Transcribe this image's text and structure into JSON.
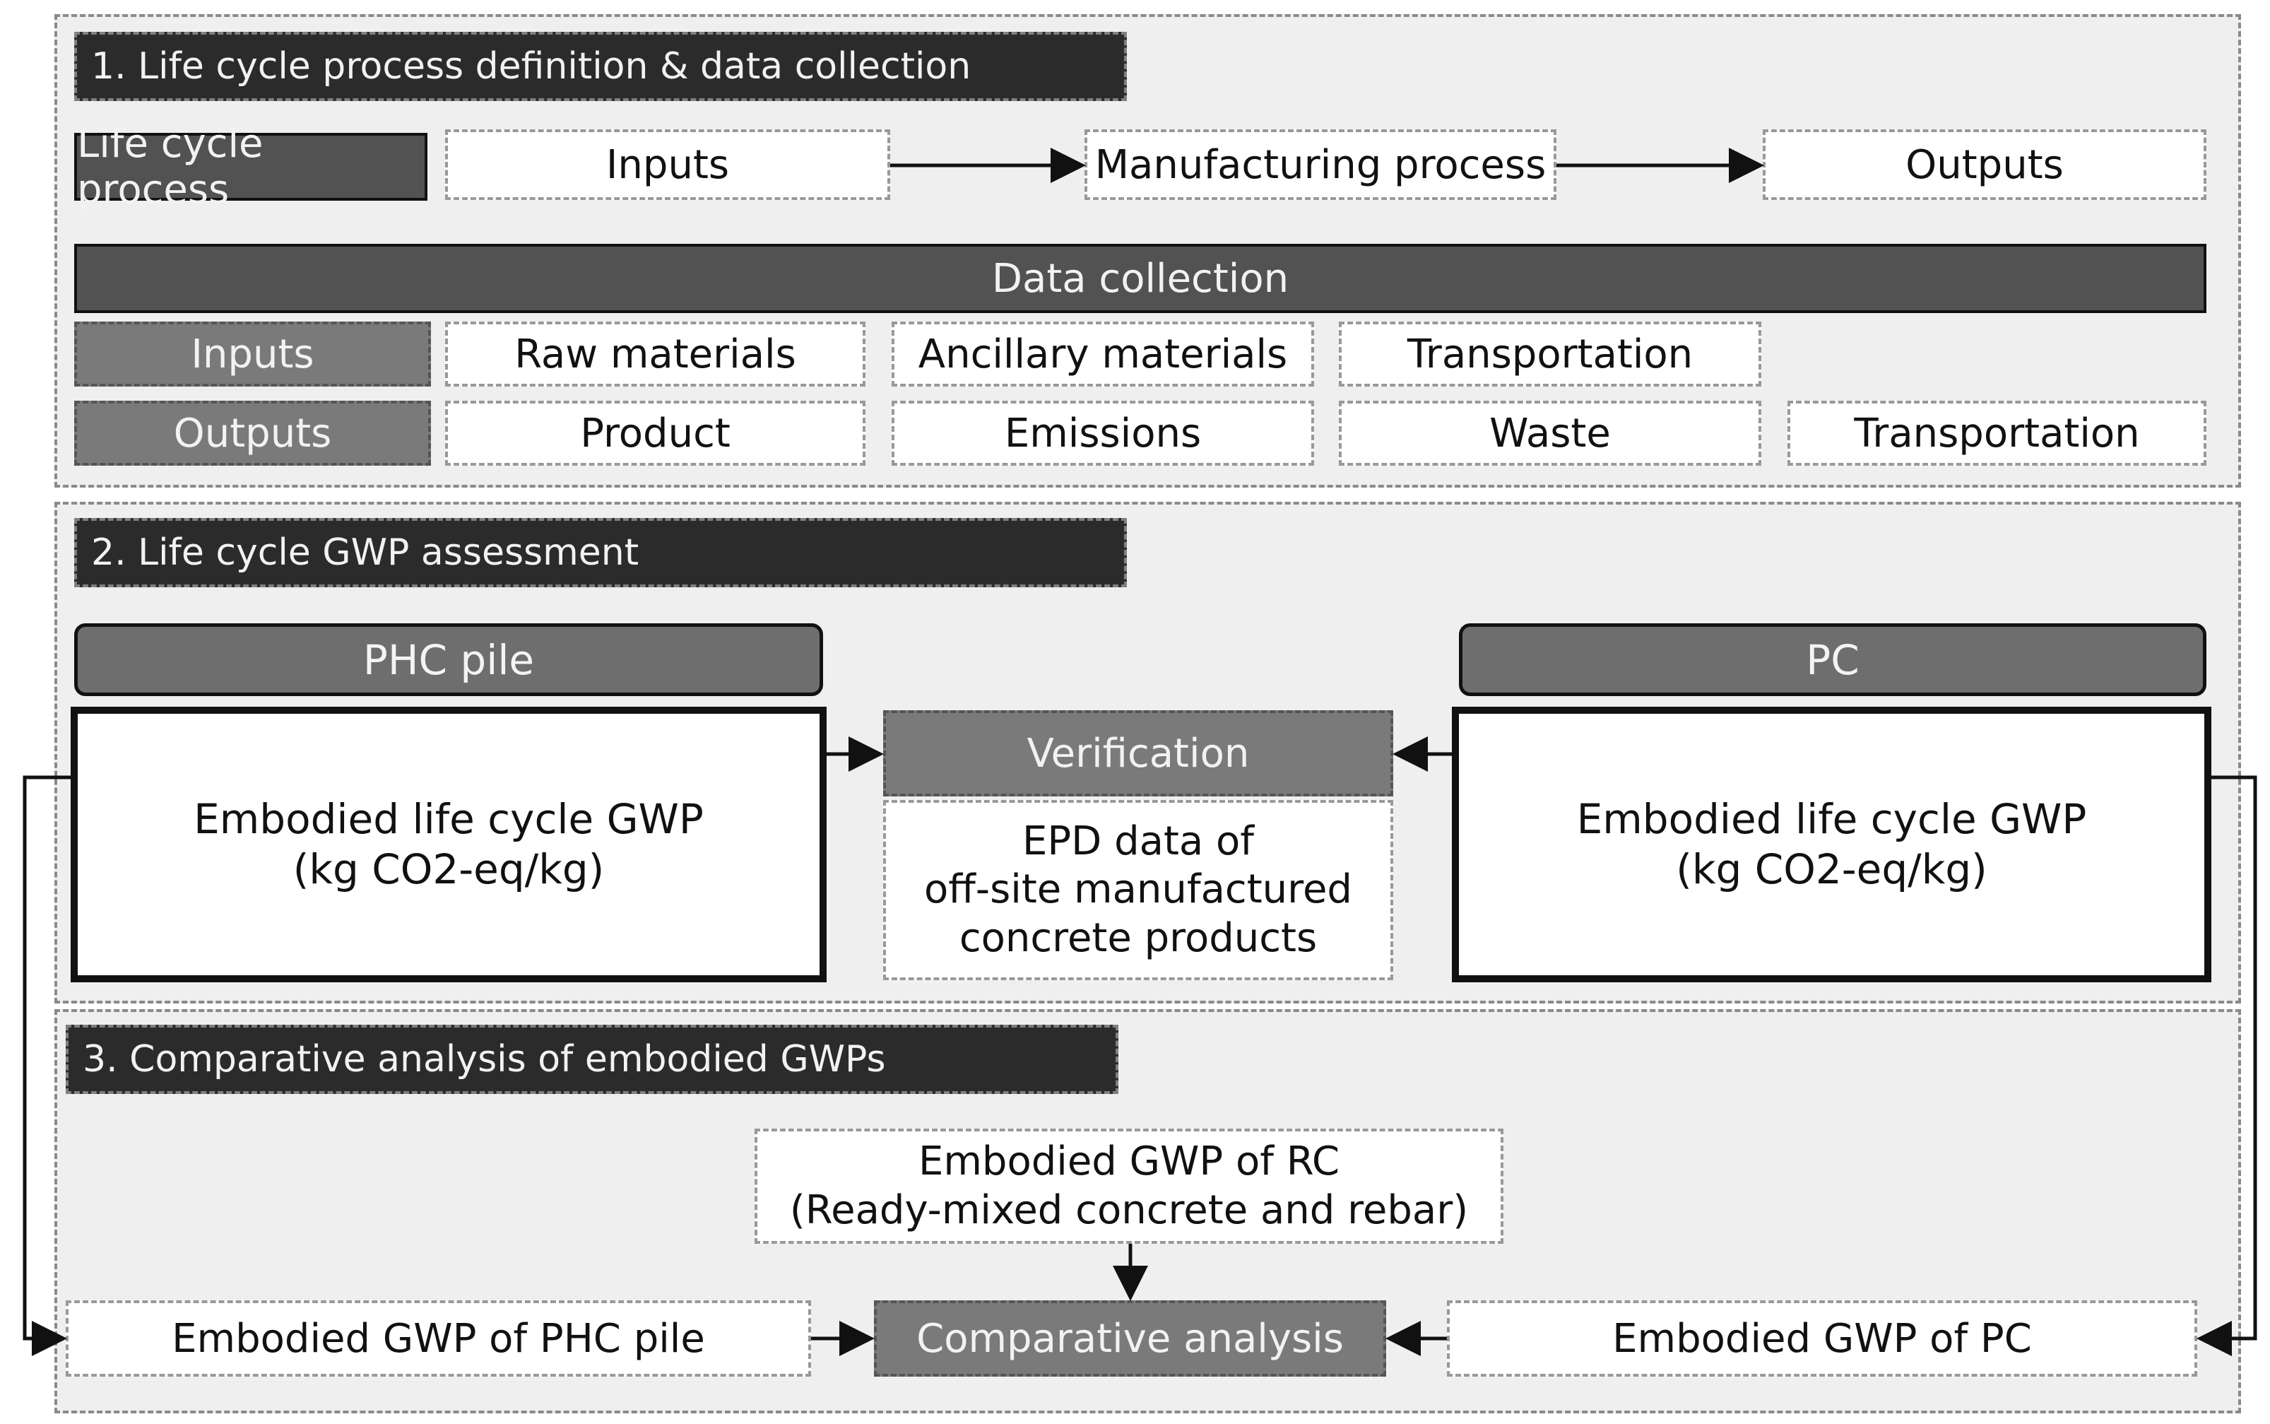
{
  "section1": {
    "title": "1. Life cycle process definition & data collection",
    "life_cycle_process_label": "Life cycle process",
    "flow": [
      "Inputs",
      "Manufacturing process",
      "Outputs"
    ],
    "data_collection_label": "Data collection",
    "inputs_label": "Inputs",
    "inputs_items": [
      "Raw materials",
      "Ancillary materials",
      "Transportation"
    ],
    "outputs_label": "Outputs",
    "outputs_items": [
      "Product",
      "Emissions",
      "Waste",
      "Transportation"
    ]
  },
  "section2": {
    "title": "2. Life cycle GWP assessment",
    "left_header": "PHC pile",
    "right_header": "PC",
    "gwp_line1": "Embodied life cycle GWP",
    "gwp_line2": "(kg CO2-eq/kg)",
    "verification": "Verification",
    "epd_line1": "EPD data of",
    "epd_line2": "off-site manufactured",
    "epd_line3": "concrete products"
  },
  "section3": {
    "title": "3. Comparative analysis of embodied GWPs",
    "rc_line1": "Embodied GWP of RC",
    "rc_line2": "(Ready-mixed concrete and rebar)",
    "phc_gwp": "Embodied GWP of PHC pile",
    "comparative": "Comparative analysis",
    "pc_gwp": "Embodied GWP of PC"
  }
}
